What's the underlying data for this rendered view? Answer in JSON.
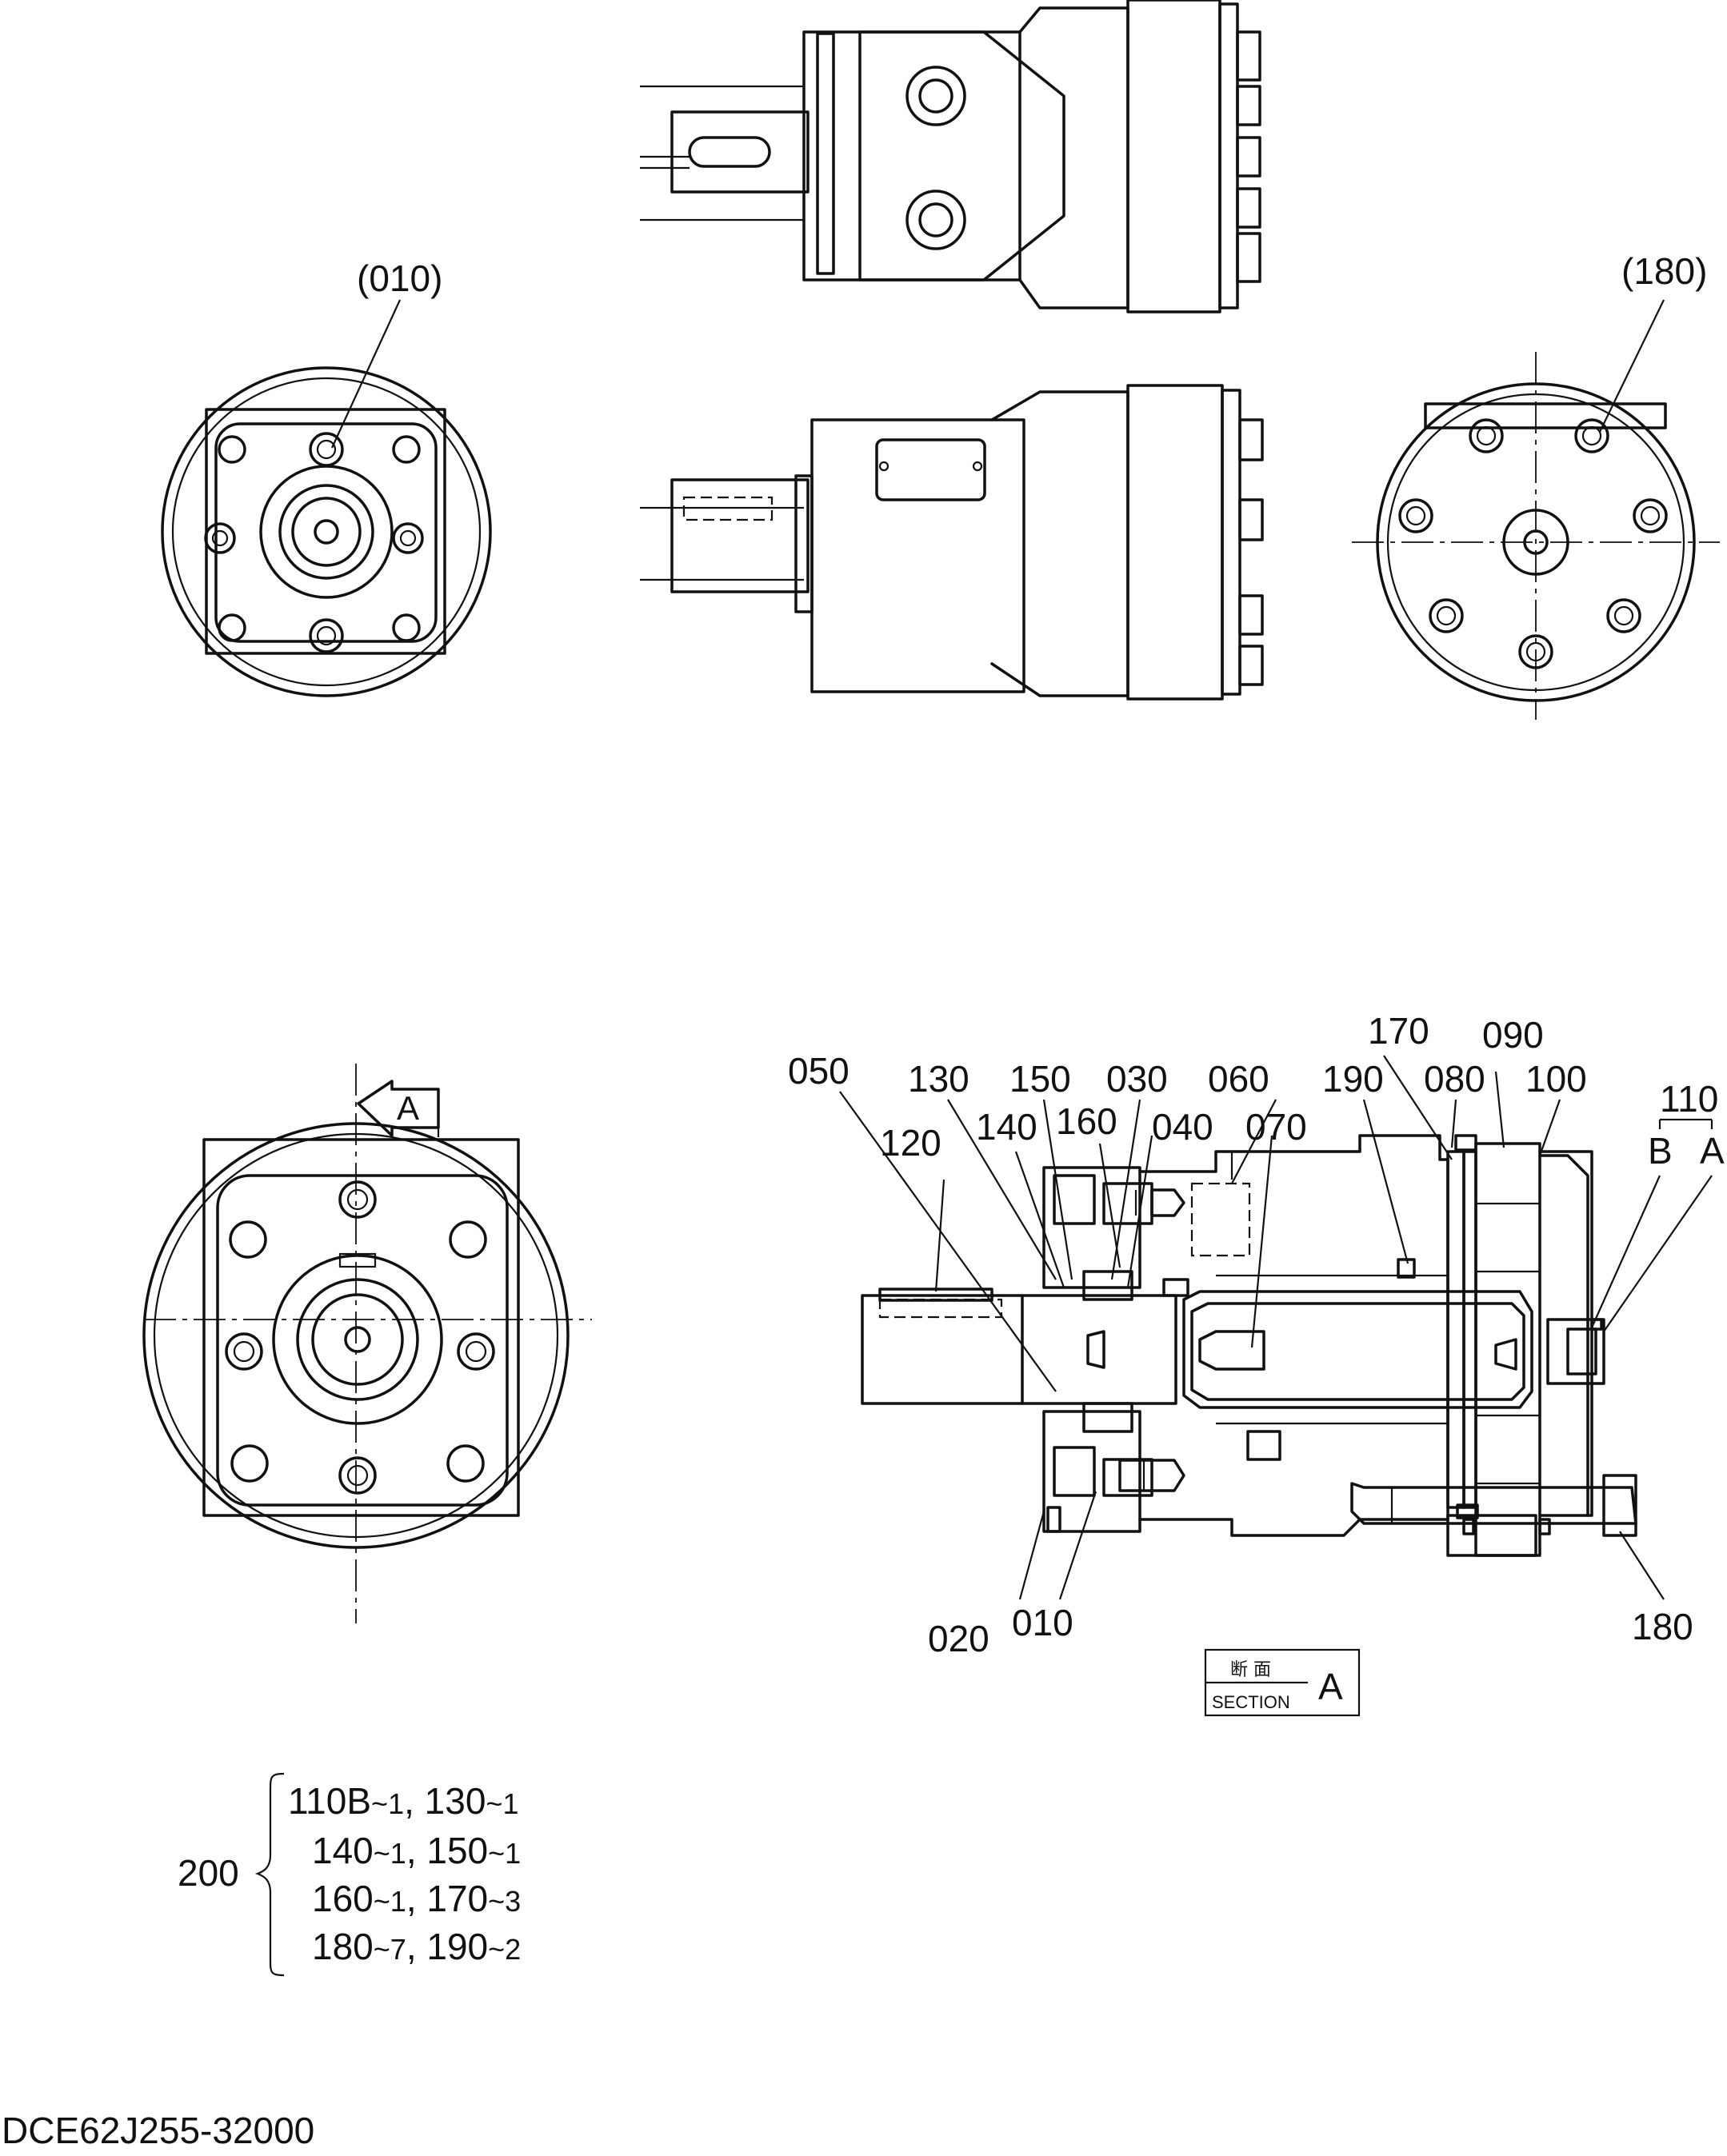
{
  "callouts": {
    "front_top": "(010)",
    "rear_top": "(180)",
    "section_arrow": "A",
    "p050": "050",
    "p120": "120",
    "p130": "130",
    "p140": "140",
    "p150": "150",
    "p160": "160",
    "p030": "030",
    "p040": "040",
    "p060": "060",
    "p070": "070",
    "p190": "190",
    "p170": "170",
    "p080": "080",
    "p090": "090",
    "p100": "100",
    "p110": "110",
    "p110B": "B",
    "p110A": "A",
    "p020": "020",
    "p010": "010",
    "p180": "180"
  },
  "section_box": {
    "kanji": "断 面",
    "label": "SECTION",
    "letter": "A"
  },
  "kit": {
    "number": "200",
    "lines": [
      {
        "a": "110B",
        "a_qty": "1",
        "b": "130",
        "b_qty": "1"
      },
      {
        "a": "140",
        "a_qty": "1",
        "b": "150",
        "b_qty": "1"
      },
      {
        "a": "160",
        "a_qty": "1",
        "b": "170",
        "b_qty": "3"
      },
      {
        "a": "180",
        "a_qty": "7",
        "b": "190",
        "b_qty": "2"
      }
    ]
  },
  "drawing_number": "DCE62J255-32000"
}
